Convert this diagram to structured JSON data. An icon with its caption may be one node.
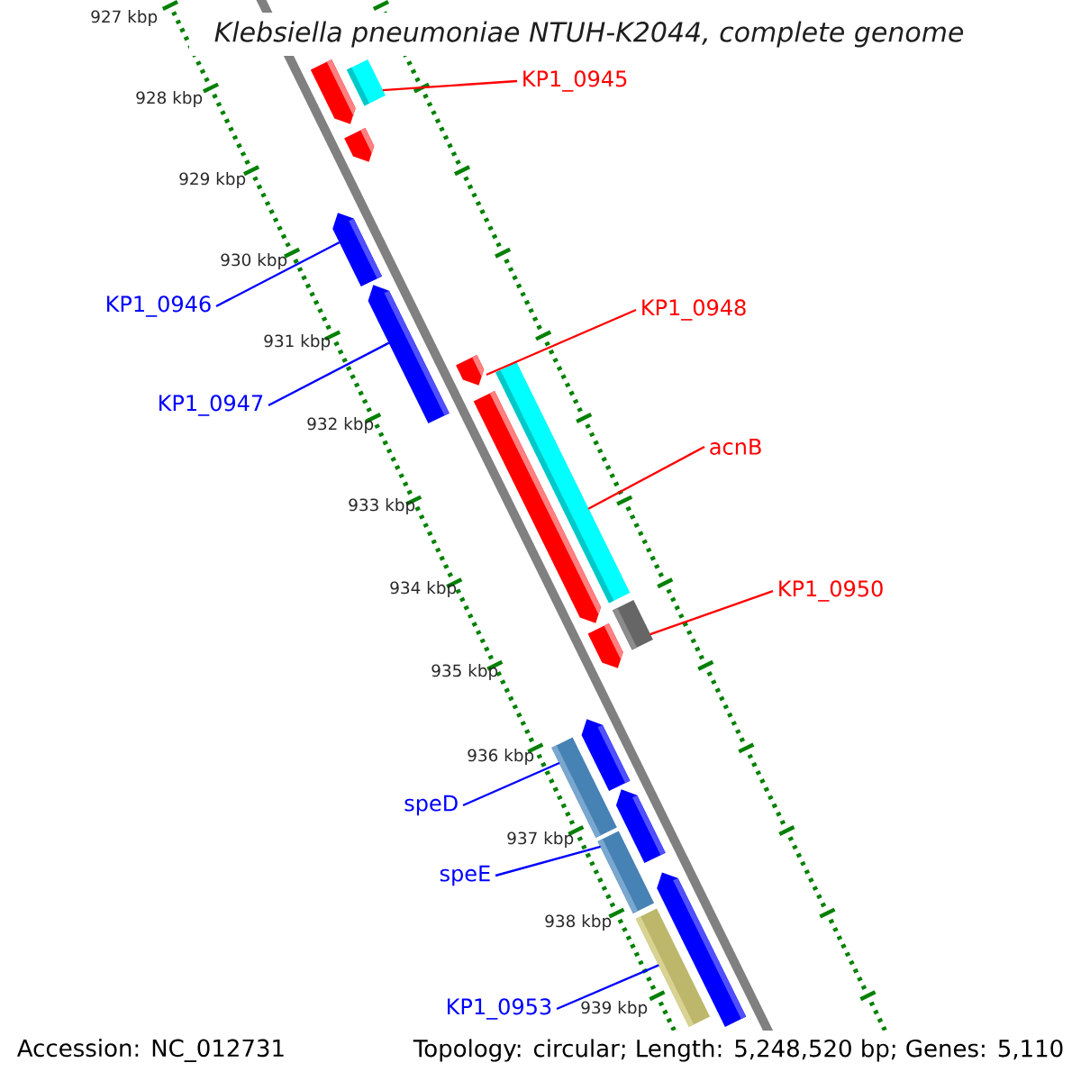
{
  "diagram": {
    "title": "Klebsiella pneumoniae NTUH-K2044, complete genome",
    "nodes": [
      {
        "text": [
          "KP1_0945"
        ]
      },
      {
        "text": [
          "KP1_0946"
        ]
      },
      {
        "text": [
          "KP1_0947"
        ]
      },
      {
        "text": [
          "KP1_0948"
        ]
      },
      {
        "text": [
          "acnB"
        ]
      },
      {
        "text": [
          "KP1_0950"
        ]
      },
      {
        "text": [
          "speD"
        ]
      },
      {
        "text": [
          "speE"
        ]
      },
      {
        "text": [
          "KP1_0953"
        ]
      },
      {
        "text": [],
        "shape": "pentagon"
      },
      {
        "text": [],
        "shape": "bar"
      },
      {
        "text": [],
        "shape": "pentagon"
      },
      {
        "text": [],
        "shape": "pentagon"
      },
      {
        "text": [],
        "shape": "pentagon"
      },
      {
        "text": [],
        "shape": "pentagon"
      },
      {
        "text": [],
        "shape": "bar"
      },
      {
        "text": [],
        "shape": "pentagon"
      },
      {
        "text": [],
        "shape": "bar"
      },
      {
        "text": [],
        "shape": "pentagon"
      },
      {
        "text": [],
        "shape": "pentagon"
      },
      {
        "text": [],
        "shape": "bar"
      },
      {
        "text": [],
        "shape": "pentagon"
      },
      {
        "text": [],
        "shape": "bar"
      },
      {
        "text": [],
        "shape": "pentagon"
      },
      {
        "text": [],
        "shape": "bar"
      }
    ],
    "edges": [
      {
        "from": 0,
        "to": 10,
        "arrow": "none",
        "color": "#ff0000"
      },
      {
        "from": 1,
        "to": 12,
        "arrow": "none",
        "color": "#0000ff"
      },
      {
        "from": 2,
        "to": 13,
        "arrow": "none",
        "color": "#0000ff"
      },
      {
        "from": 3,
        "to": 14,
        "arrow": "none",
        "color": "#ff0000"
      },
      {
        "from": 4,
        "to": 15,
        "arrow": "none",
        "color": "#ff0000"
      },
      {
        "from": 5,
        "to": 17,
        "arrow": "none",
        "color": "#ff0000"
      },
      {
        "from": 6,
        "to": 20,
        "arrow": "none",
        "color": "#0000ff"
      },
      {
        "from": 7,
        "to": 22,
        "arrow": "none",
        "color": "#0000ff"
      },
      {
        "from": 8,
        "to": 24,
        "arrow": "none",
        "color": "#0000ff"
      }
    ],
    "labels": [
      "927 kbp",
      "928 kbp",
      "929 kbp",
      "930 kbp",
      "931 kbp",
      "932 kbp",
      "933 kbp",
      "934 kbp",
      "935 kbp",
      "936 kbp",
      "937 kbp",
      "938 kbp",
      "939 kbp",
      "Accession: NC_012731",
      "Topology: circular; Length: 5,248,520 bp; Genes: 5,110"
    ]
  }
}
